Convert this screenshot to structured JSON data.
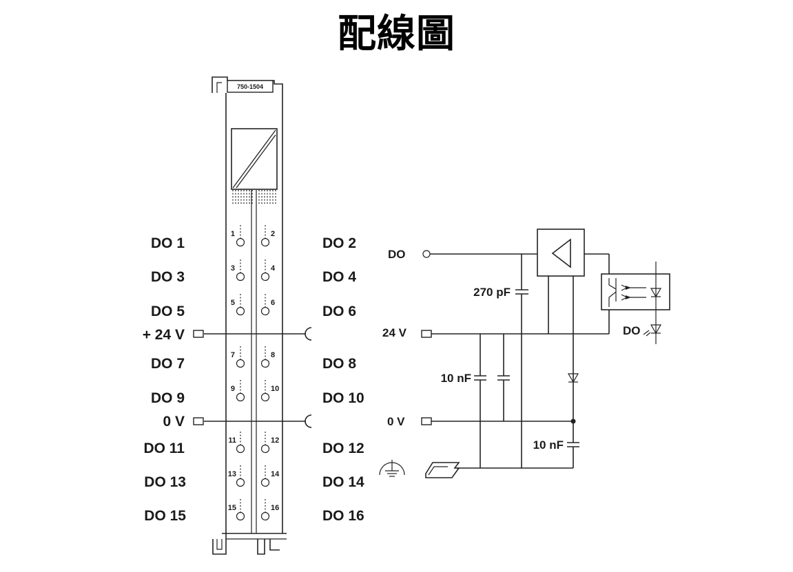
{
  "title": "配線圖",
  "module": {
    "part_number": "750-1504",
    "channel_numbers": [
      "1",
      "2",
      "3",
      "4",
      "5",
      "6",
      "7",
      "8",
      "9",
      "10",
      "11",
      "12",
      "13",
      "14",
      "15",
      "16"
    ],
    "left_labels": [
      "DO 1",
      "DO 3",
      "DO 5",
      "+ 24 V",
      "DO 7",
      "DO 9",
      "0 V",
      "DO 11",
      "DO 13",
      "DO 15"
    ],
    "right_labels": [
      "DO 2",
      "DO 4",
      "DO 6",
      "DO 8",
      "DO 10",
      "DO 12",
      "DO 14",
      "DO 16"
    ]
  },
  "schematic": {
    "do_label": "DO",
    "v24_label": "24 V",
    "v0_label": "0 V",
    "cap_270": "270 pF",
    "cap_10_left": "10 nF",
    "cap_10_right": "10 nF",
    "led_label": "DO"
  }
}
